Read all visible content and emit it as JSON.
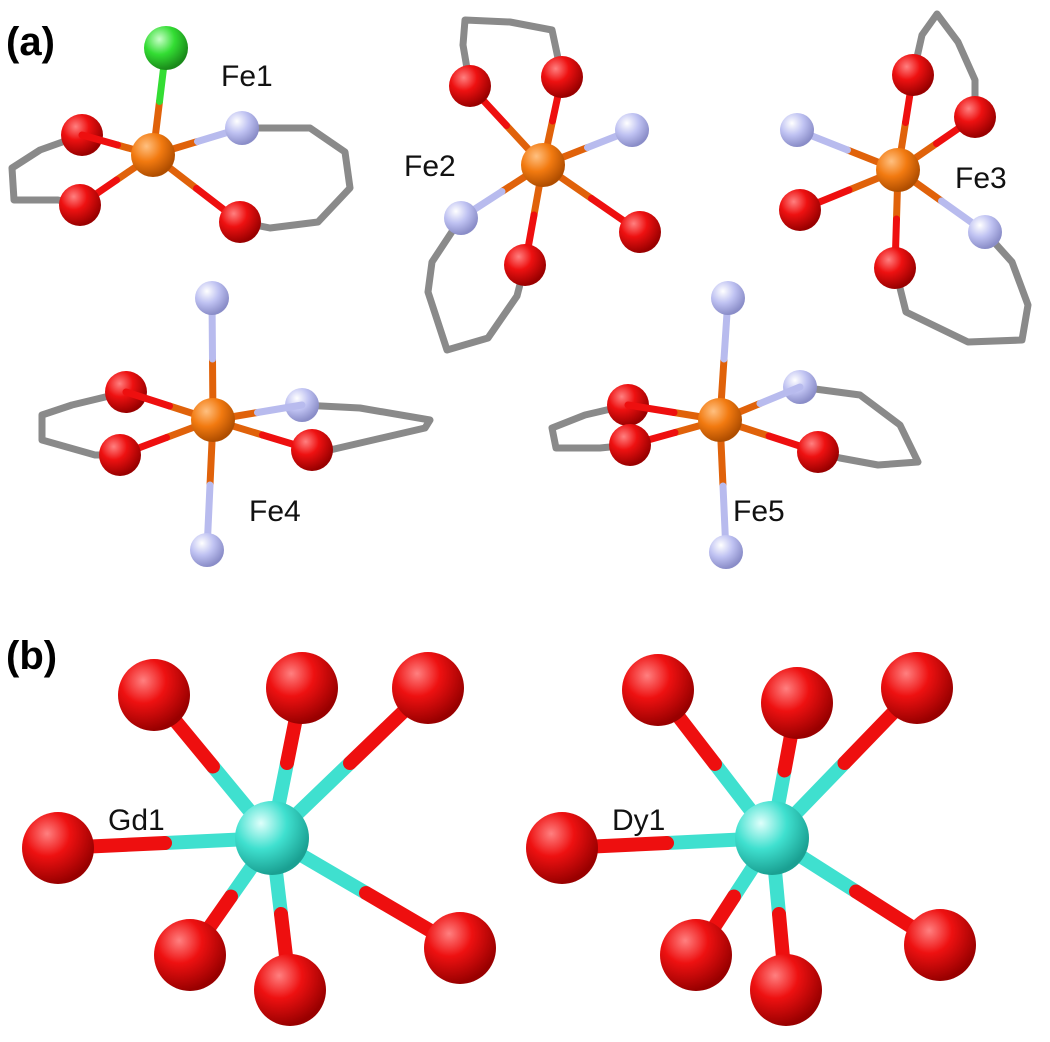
{
  "panels": [
    {
      "label": "(a)",
      "sites": [
        "Fe1",
        "Fe2",
        "Fe3",
        "Fe4",
        "Fe5"
      ]
    },
    {
      "label": "(b)",
      "sites": [
        "Gd1",
        "Dy1"
      ]
    }
  ],
  "colors": {
    "iron": "#f27a10",
    "iron_bond": "#e0620a",
    "oxygen": "#ee0f0f",
    "nitrogen": "#b8bbee",
    "chlorine": "#33dd33",
    "carbon_bond": "#8a8a8a",
    "lanthanide": "#3fe0cf",
    "lanthanide_bond": "#3fe0cf",
    "background": "#ffffff"
  }
}
